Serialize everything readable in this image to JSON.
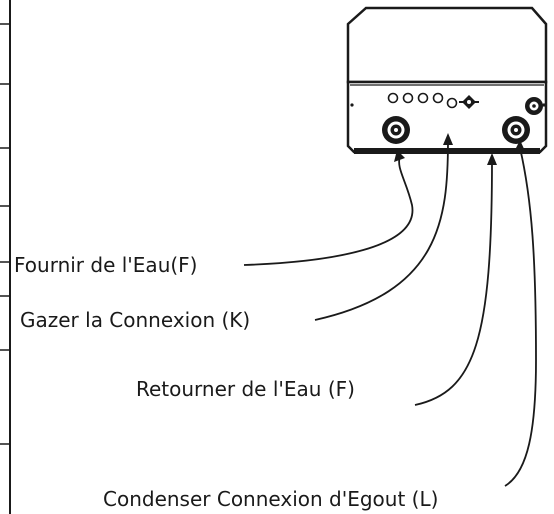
{
  "colors": {
    "line": "#1a1a1a",
    "fill": "#ffffff"
  },
  "labels": {
    "water_supply": "Fournir de l'Eau(F)",
    "gas_connection": "Gazer la Connexion (K)",
    "water_return": "Retourner de l'Eau (F)",
    "condensate_drain": "Condenser Connexion d'Egout (L)"
  }
}
